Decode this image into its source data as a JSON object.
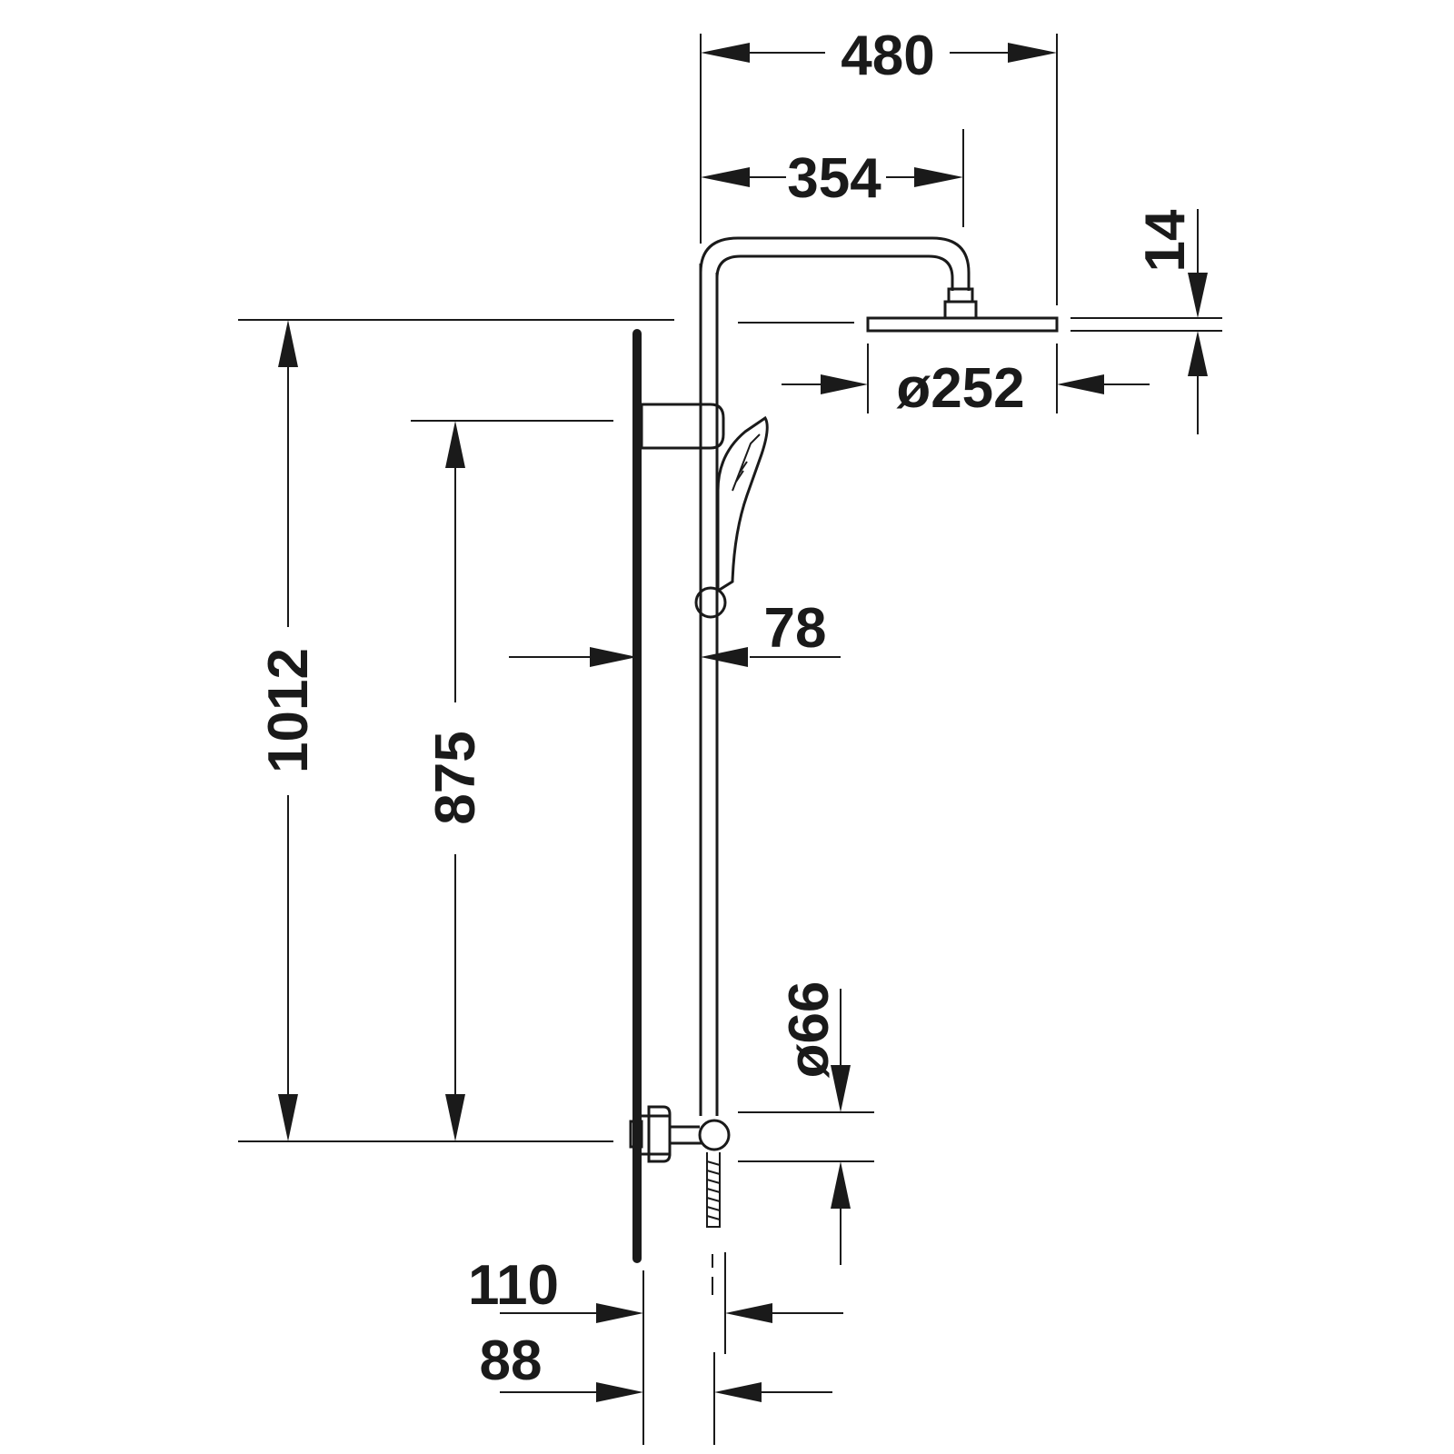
{
  "dimensions": {
    "overall_projection": "480",
    "arm_length": "354",
    "head_thickness": "14",
    "head_diameter": "ø252",
    "total_height": "1012",
    "rail_height": "875",
    "rail_wall_distance": "78",
    "mixer_diameter": "ø66",
    "mixer_projection": "110",
    "mixer_wall_distance": "88"
  },
  "colors": {
    "line": "#1a1a1a",
    "background": "#ffffff"
  }
}
